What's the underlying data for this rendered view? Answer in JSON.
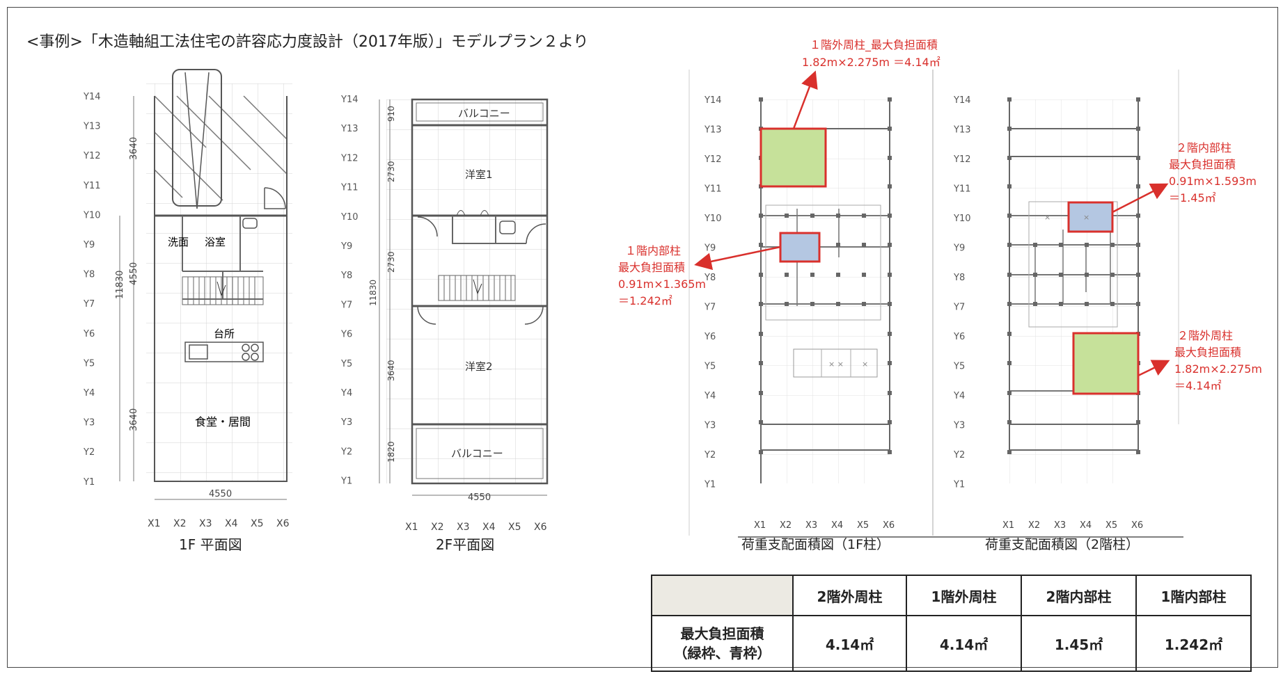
{
  "caption": "<事例>「木造軸組工法住宅の許容応力度設計（2017年版）」モデルプラン２より",
  "plan1f": {
    "title": "1F 平面図",
    "y_labels": [
      "Y14",
      "Y13",
      "Y12",
      "Y11",
      "Y10",
      "Y9",
      "Y8",
      "Y7",
      "Y6",
      "Y5",
      "Y4",
      "Y3",
      "Y2",
      "Y1"
    ],
    "x_labels": [
      "X1",
      "X2",
      "X3",
      "X4",
      "X5",
      "X6"
    ],
    "dims": {
      "top": "3640",
      "mid": "4550",
      "bottom": "3640",
      "total": "11830",
      "width": "4550"
    },
    "rooms": {
      "wash": "洗面",
      "bath": "浴室",
      "kitchen": "台所",
      "dining": "食堂・居間"
    }
  },
  "plan2f": {
    "title": "2F平面図",
    "y_labels": [
      "Y14",
      "Y13",
      "Y12",
      "Y11",
      "Y10",
      "Y9",
      "Y8",
      "Y7",
      "Y6",
      "Y5",
      "Y4",
      "Y3",
      "Y2",
      "Y1"
    ],
    "x_labels": [
      "X1",
      "X2",
      "X3",
      "X4",
      "X5",
      "X6"
    ],
    "dims": {
      "d1": "910",
      "d2": "2730",
      "d3": "2730",
      "d4": "3640",
      "d5": "1820",
      "total": "11830",
      "width": "4550"
    },
    "rooms": {
      "balcony_top": "バルコニー",
      "room1": "洋室1",
      "room2": "洋室2",
      "balcony_bottom": "バルコニー"
    }
  },
  "load1f": {
    "title": "荷重支配面積図（1F柱）",
    "y_labels": [
      "Y14",
      "Y13",
      "Y12",
      "Y11",
      "Y10",
      "Y9",
      "Y8",
      "Y7",
      "Y6",
      "Y5",
      "Y4",
      "Y3",
      "Y2",
      "Y1"
    ],
    "x_labels": [
      "X1",
      "X2",
      "X3",
      "X4",
      "X5",
      "X6"
    ]
  },
  "load2f": {
    "title": "荷重支配面積図（2階柱）",
    "y_labels": [
      "Y14",
      "Y13",
      "Y12",
      "Y11",
      "Y10",
      "Y9",
      "Y8",
      "Y7",
      "Y6",
      "Y5",
      "Y4",
      "Y3",
      "Y2",
      "Y1"
    ],
    "x_labels": [
      "X1",
      "X2",
      "X3",
      "X4",
      "X5",
      "X6"
    ]
  },
  "annotations": {
    "outer1f_line1": "１階外周柱_最大負担面積",
    "outer1f_line2": "1.82m×2.275m ＝4.14㎡",
    "inner1f_line1": "１階内部柱",
    "inner1f_line2": "最大負担面積",
    "inner1f_line3": "0.91m×1.365m",
    "inner1f_line4": "＝1.242㎡",
    "inner2f_line1": "２階内部柱",
    "inner2f_line2": "最大負担面積",
    "inner2f_line3": "0.91m×1.593m",
    "inner2f_line4": "＝1.45㎡",
    "outer2f_line1": "２階外周柱",
    "outer2f_line2": "最大負担面積",
    "outer2f_line3": "1.82m×2.275m",
    "outer2f_line4": "＝4.14㎡"
  },
  "table": {
    "headers": [
      "2階外周柱",
      "1階外周柱",
      "2階内部柱",
      "1階内部柱"
    ],
    "row_label_line1": "最大負担面積",
    "row_label_line2": "（緑枠、青枠）",
    "values": [
      "4.14㎡",
      "4.14㎡",
      "1.45㎡",
      "1.242㎡"
    ]
  },
  "colors": {
    "annotation_red": "#d9302c",
    "green_fill": "#c6e19a",
    "blue_fill": "#b4c7e2",
    "table_head_bg": "#eceae3"
  }
}
